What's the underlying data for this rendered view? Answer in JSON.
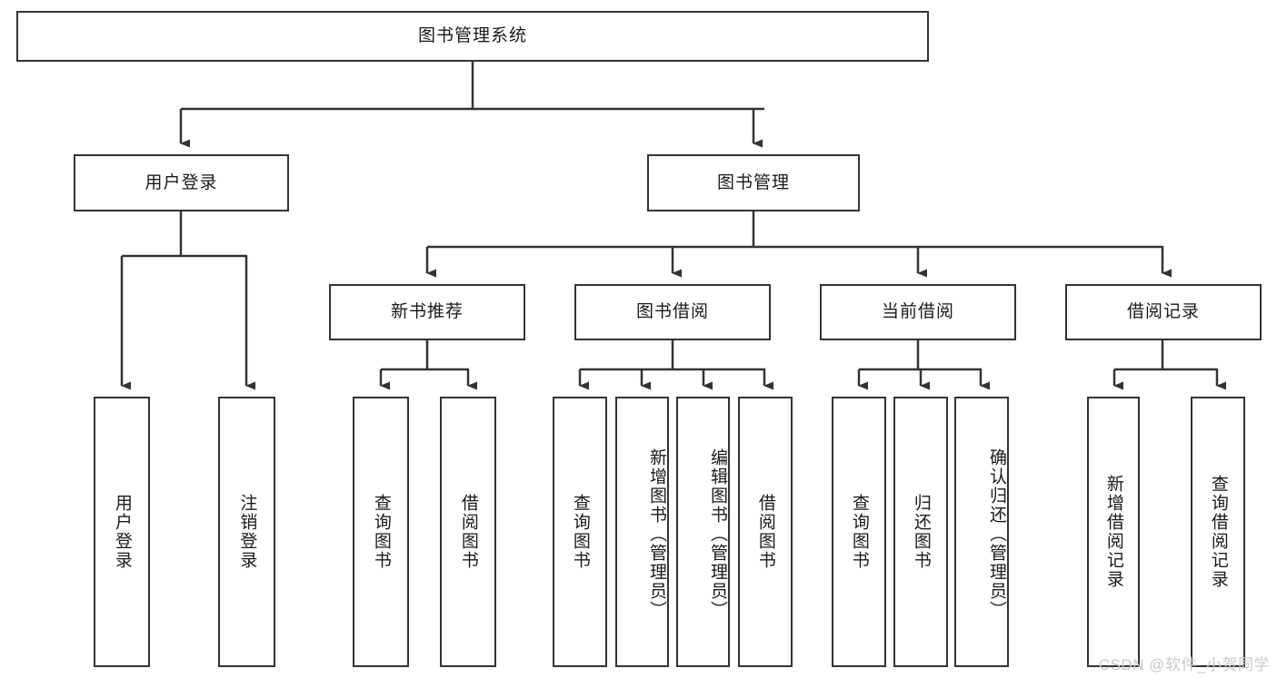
{
  "diagram": {
    "title": "图书管理系统",
    "watermark": "CSDN @软件_小贺同学",
    "stroke_color": "#333333",
    "text_color": "#1a1a1a",
    "background": "#ffffff",
    "watermark_color": "#c9c9c9",
    "levels": {
      "root": {
        "label": "图书管理系统"
      },
      "level1": [
        {
          "label": "用户登录"
        },
        {
          "label": "图书管理"
        }
      ],
      "level2": [
        {
          "label": "新书推荐"
        },
        {
          "label": "图书借阅"
        },
        {
          "label": "当前借阅"
        },
        {
          "label": "借阅记录"
        }
      ],
      "leaves": [
        {
          "label": "用户登录",
          "parent": "用户登录"
        },
        {
          "label": "注销登录",
          "parent": "用户登录"
        },
        {
          "label": "查询图书",
          "parent": "新书推荐"
        },
        {
          "label": "借阅图书",
          "parent": "新书推荐"
        },
        {
          "label": "查询图书",
          "parent": "图书借阅"
        },
        {
          "label": "新增图书（管理员）",
          "parent": "图书借阅"
        },
        {
          "label": "编辑图书（管理员）",
          "parent": "图书借阅"
        },
        {
          "label": "借阅图书",
          "parent": "图书借阅"
        },
        {
          "label": "查询图书",
          "parent": "当前借阅"
        },
        {
          "label": "归还图书",
          "parent": "当前借阅"
        },
        {
          "label": "确认归还（管理员）",
          "parent": "当前借阅"
        },
        {
          "label": "新增借阅记录",
          "parent": "借阅记录"
        },
        {
          "label": "查询借阅记录",
          "parent": "借阅记录"
        }
      ]
    }
  }
}
